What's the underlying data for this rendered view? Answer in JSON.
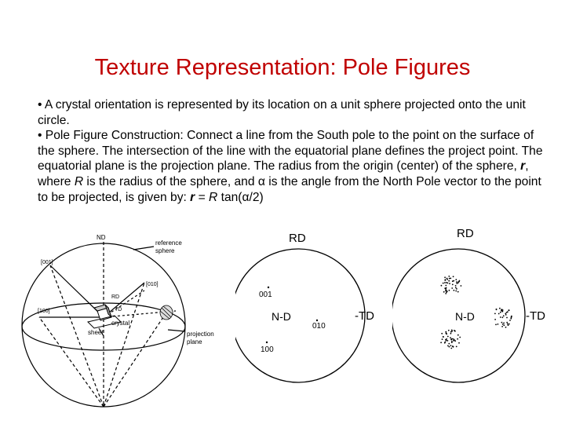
{
  "slide": {
    "title": "Texture Representation: Pole Figures",
    "bullet1": "• A crystal orientation is represented by its location on a unit sphere projected onto the unit circle.",
    "bullet2_a": "• Pole Figure Construction: Connect a line from the South pole to the point on the surface of the sphere.  The intersection of the line with the equatorial plane defines the project point.  The equatorial plane is the projection plane.  The radius from the origin (center) of the sphere, ",
    "r_symbol": "r",
    "bullet2_b": ", where ",
    "R_symbol": "R",
    "bullet2_c": " is the radius of the sphere, and ",
    "alpha_symbol": "α",
    "bullet2_d": " is the angle from the North Pole vector to the point to be projected, is given by:  ",
    "formula_r": "r",
    "formula_eq": " = ",
    "formula_R": "R",
    "formula_tan": " tan(",
    "formula_alpha": "α",
    "formula_end": "/2)"
  },
  "sphere_figure": {
    "labels": {
      "nd": "ND",
      "ref1": "reference",
      "ref2": "sphere",
      "m001": "[001]",
      "m010": "[010]",
      "m100": "[100]",
      "rd": "RD",
      "td": "TD",
      "crystal": "crystal",
      "sheet": "sheet",
      "proj1": "projection",
      "proj2": "plane"
    }
  },
  "pole_figure_1": {
    "rd": "RD",
    "td": "-TD",
    "nd": "N-D",
    "p001": "001",
    "p010": "010",
    "p100": "100"
  },
  "pole_figure_2": {
    "rd": "RD",
    "td": "-TD",
    "nd": "N-D"
  }
}
